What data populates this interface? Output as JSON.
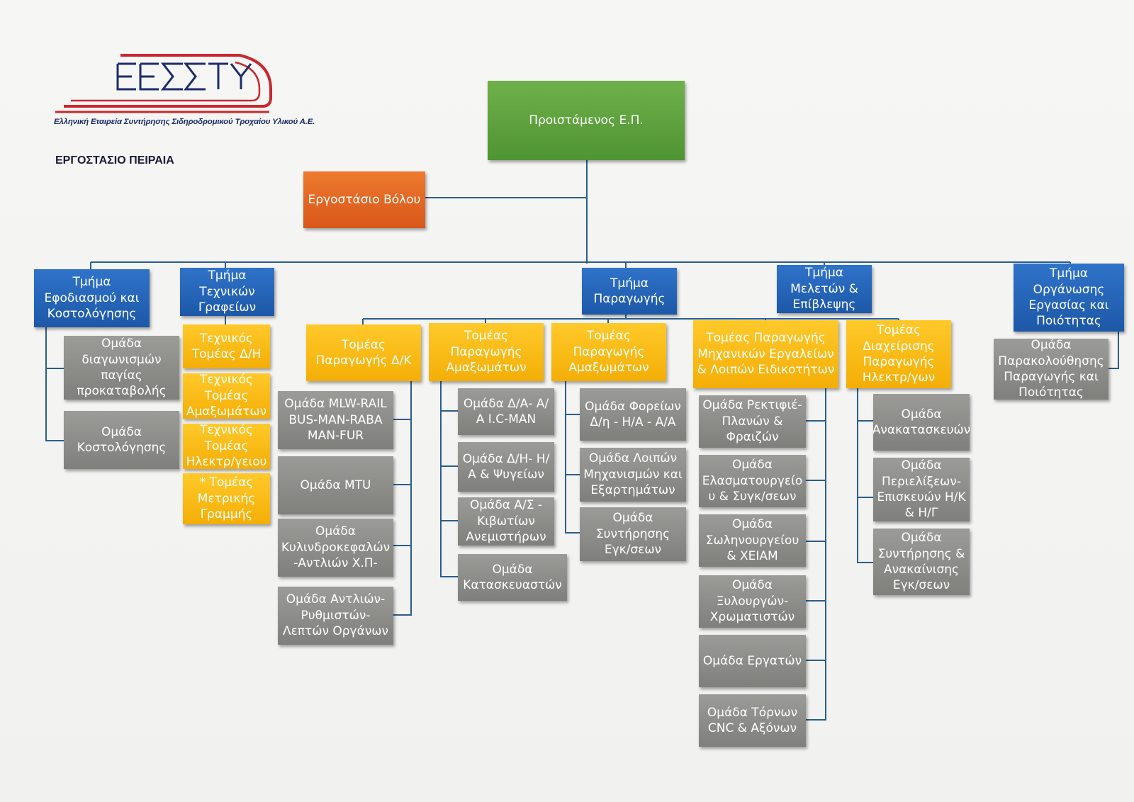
{
  "header": {
    "logo_text": "ΕΕΣΣΤΥ",
    "company_name": "Ελληνική Εταιρεία Συντήρησης Σιδηροδρομικού Τροχαίου Υλικού Α.Ε.",
    "factory": "ΕΡΓΟΣΤΑΣΙΟ ΠΕΙΡΑΙΑ"
  },
  "colors": {
    "head": "#57993a",
    "branch": "#e06020",
    "department": "#2563b8",
    "sector": "#f9b811",
    "group": "#8b8b88",
    "connector": "#2a5d8f",
    "logo_red": "#c8282e",
    "logo_blue": "#1c2d6b"
  },
  "nodes": {
    "head": "Προιστάμενος Ε.Π.",
    "volos": "Εργοστάσιο Βόλου",
    "dept_supply": "Τμήμα Εφοδιασμού και Κοστολόγησης",
    "dept_tech": "Τμήμα Τεχνικών Γραφείων",
    "dept_prod": "Τμήμα Παραγωγής",
    "dept_studies": "Τμήμα Μελετών & Επίβλεψης",
    "dept_quality": "Τμήμα Οργάνωσης Εργασίας και Ποιότητας",
    "grp_tenders": "Ομάδα διαγωνισμών παγίας προκαταβολής",
    "grp_costing": "Ομάδα Κοστολόγησης",
    "tech_dh": "Τεχνικός Τομέας Δ/Η",
    "tech_amax": "Τεχνικός Τομέας Αμαξωμάτων",
    "tech_elec": "Τεχνικός Τομέας Ηλεκτρ/γειου",
    "tech_metric": "* Τομέας Μετρικής Γραμμής",
    "sec_dk": "Τομέας Παραγωγής Δ/Κ",
    "sec_amax1": "Τομέας Παραγωγής Αμαξωμάτων",
    "sec_amax2": "Τομέας Παραγωγής Αμαξωμάτων",
    "sec_tools": "Τομέας Παραγωγής Μηχανικών Εργαλείων & Λοιπών Ειδικοτήτων",
    "sec_elec": "Τομέας Διαχείρισης Παραγωγής Ηλεκτρ/γων",
    "grp_mlw": "Ομάδα MLW-RAIL BUS-MAN-RABA MAN-FUR",
    "grp_mtu": "Ομάδα MTU",
    "grp_cyl": "Ομάδα Κυλινδροκεφαλών -Αντλιών Χ.Π-",
    "grp_pumps": "Ομάδα Αντλιών- Ρυθμιστών- Λεπτών Οργάνων",
    "grp_da": "Ομάδα Δ/Α- Α/Α I.C-MAN",
    "grp_dh": "Ομάδα Δ/Η- Η/Α & Ψυγείων",
    "grp_as": "Ομάδα Α/Σ - Κιβωτίων Ανεμιστήρων",
    "grp_build": "Ομάδα Κατασκευαστών",
    "grp_carriers": "Ομάδα Φορείων Δ/η - Η/Α - Α/Α",
    "grp_mech": "Ομάδα Λοιπών Μηχανισμών και Εξαρτημάτων",
    "grp_maint1": "Ομάδα Συντήρησης Εγκ/σεων",
    "grp_grind": "Ομάδα Ρεκτιφιέ- Πλανών & Φραιζών",
    "grp_sheet": "Ομάδα Ελασματουργείο υ & Συγκ/σεων",
    "grp_pipe": "Ομάδα Σωληνουργείου & ΧΕΙΑΜ",
    "grp_wood": "Ομάδα Ξυλουργών- Χρωματιστών",
    "grp_workers": "Ομάδα Εργατών",
    "grp_cnc": "Ομάδα Τόρνων CNC & Αξόνων",
    "grp_rebuild": "Ομάδα Ανακατασκευών",
    "grp_rewind": "Ομάδα Περιελίξεων- Επισκευών Η/Κ & Η/Γ",
    "grp_maint2": "Ομάδα Συντήρησης & Ανακαίνισης Εγκ/σεων",
    "grp_monitor": "Ομάδα Παρακολούθησης Παραγωγής και Ποιότητας"
  }
}
